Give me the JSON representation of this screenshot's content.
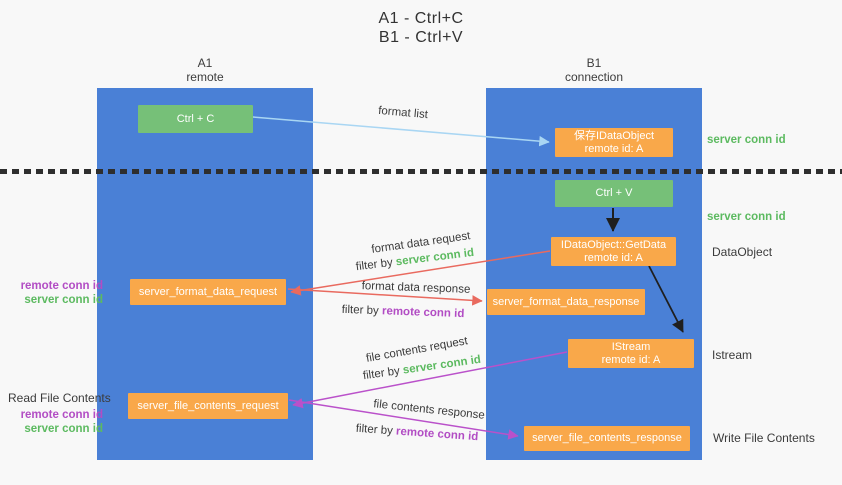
{
  "title": {
    "line1": "A1 - Ctrl+C",
    "line2": "B1 - Ctrl+V"
  },
  "lifelines": {
    "left": {
      "name": "A1",
      "subtitle": "remote"
    },
    "right": {
      "name": "B1",
      "subtitle": "connection"
    }
  },
  "nodes": {
    "ctrl_c": {
      "label": "Ctrl + C"
    },
    "ctrl_v": {
      "label": "Ctrl + V"
    },
    "save_dataobject": {
      "line1": "保存IDataObject",
      "line2": "remote id: A"
    },
    "getdata": {
      "line1": "IDataObject::GetData",
      "line2": "remote id: A"
    },
    "istream": {
      "line1": "IStream",
      "line2": "remote id: A"
    },
    "format_request": {
      "label": "server_format_data_request"
    },
    "format_response": {
      "label": "server_format_data_response"
    },
    "file_request": {
      "label": "server_file_contents_request"
    },
    "file_response": {
      "label": "server_file_contents_response"
    }
  },
  "arrows": {
    "format_list": {
      "label": "format list"
    },
    "format_data_request": {
      "label": "format data request",
      "filter_prefix": "filter by",
      "filter_key": "server conn id"
    },
    "format_data_response": {
      "label": "format data response",
      "filter_prefix": "filter by",
      "filter_key": "remote conn id"
    },
    "file_contents_request": {
      "label": "file contents request",
      "filter_prefix": "filter by",
      "filter_key": "server conn id"
    },
    "file_contents_response": {
      "label": "file contents response",
      "filter_prefix": "filter by",
      "filter_key": "remote conn id"
    }
  },
  "side_labels": {
    "server_conn_id_top": "server conn id",
    "server_conn_id_mid": "server conn id",
    "dataobject": "DataObject",
    "istream": "Istream",
    "write_file_contents": "Write File Contents",
    "read_file_contents": "Read File Contents",
    "remote_conn_id_1": "remote conn id",
    "server_conn_id_1": "server conn id",
    "remote_conn_id_2": "remote conn id",
    "server_conn_id_2": "server conn id"
  },
  "colors": {
    "lifeline_blue": "#4a80d6",
    "node_green": "#76c078",
    "node_orange": "#f9a84a",
    "text_green": "#5cba60",
    "text_purple": "#b24dc4",
    "arrow_blue": "#a9d6f3",
    "arrow_red": "#e96a5f",
    "arrow_purple": "#ba51ca",
    "arrow_black": "#1f1f1f"
  }
}
